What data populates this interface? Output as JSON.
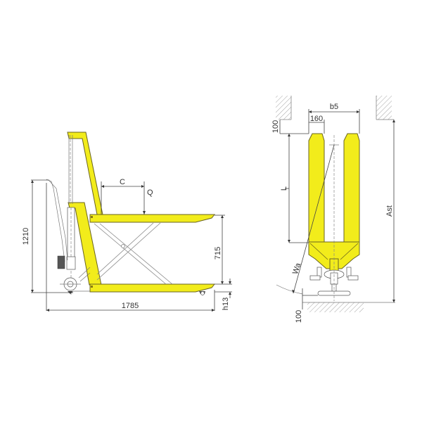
{
  "diagram": {
    "subject": "High-lift scissor pallet truck dimension drawing",
    "colors": {
      "frame_yellow": "#f2ec1b",
      "outline": "#6a6420",
      "dimension_line": "#444444"
    },
    "side_view": {
      "overall_height_label": "1210",
      "overall_length_label": "1785",
      "lift_height_label": "715",
      "lowered_height_label": "h13",
      "load_center_label": "C",
      "load_label": "Q"
    },
    "top_view": {
      "overall_width_label": "b5",
      "fork_width_label": "160",
      "top_clearance_label": "100",
      "fork_length_label": "L",
      "aisle_width_label": "Ast",
      "turning_radius_label": "Wa",
      "bottom_clearance_label": "100"
    }
  }
}
